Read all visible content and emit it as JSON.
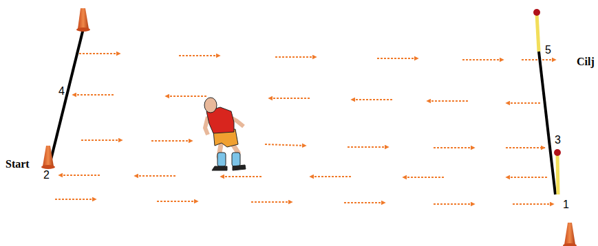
{
  "diagram": {
    "labels": [
      "5",
      "Cilj",
      "4",
      "3",
      "Start",
      "2",
      "1"
    ]
  }
}
